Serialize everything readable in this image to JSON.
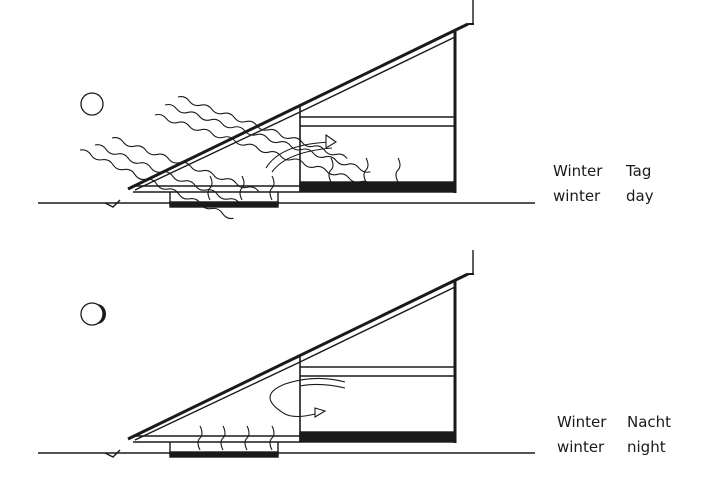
{
  "panels": [
    {
      "label_de_season": "Winter",
      "label_de_time": "Tag",
      "label_en_season": "winter",
      "label_en_time": "day"
    },
    {
      "label_de_season": "Winter",
      "label_de_time": "Nacht",
      "label_en_season": "winter",
      "label_en_time": "night"
    }
  ],
  "colors": {
    "ink": "#1a1a1a",
    "background": "#ffffff"
  }
}
